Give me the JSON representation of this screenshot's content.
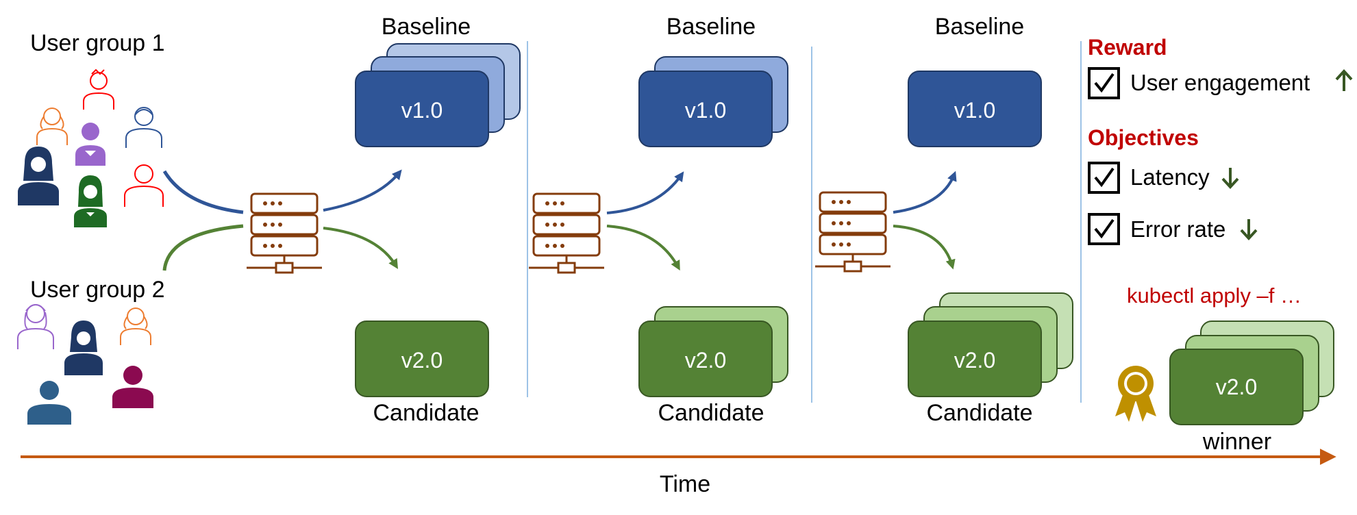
{
  "user_groups": [
    {
      "label": "User group 1"
    },
    {
      "label": "User group 2"
    }
  ],
  "stages": [
    {
      "baseline_label": "Baseline",
      "baseline_version": "v1.0",
      "candidate_label": "Candidate",
      "candidate_version": "v2.0"
    },
    {
      "baseline_label": "Baseline",
      "baseline_version": "v1.0",
      "candidate_label": "Candidate",
      "candidate_version": "v2.0"
    },
    {
      "baseline_label": "Baseline",
      "baseline_version": "v1.0",
      "candidate_label": "Candidate",
      "candidate_version": "v2.0"
    }
  ],
  "criteria": {
    "reward_heading": "Reward",
    "reward_items": [
      {
        "label": "User engagement",
        "direction": "up"
      }
    ],
    "objectives_heading": "Objectives",
    "objective_items": [
      {
        "label": "Latency",
        "direction": "down"
      },
      {
        "label": "Error rate",
        "direction": "down"
      }
    ]
  },
  "result": {
    "command": "kubectl apply –f …",
    "winner_version": "v2.0",
    "winner_label": "winner"
  },
  "timeline": {
    "label": "Time"
  },
  "colors": {
    "baseline_dark": "#2f5597",
    "baseline_mid": "#8faadc",
    "baseline_light": "#b4c7e7",
    "candidate_dark": "#548235",
    "candidate_light": "#a9d18e",
    "server": "#843c0c",
    "timeline": "#c55a11",
    "accent_red": "#c00000",
    "arrow_green": "#385723",
    "medal": "#bf9000"
  }
}
